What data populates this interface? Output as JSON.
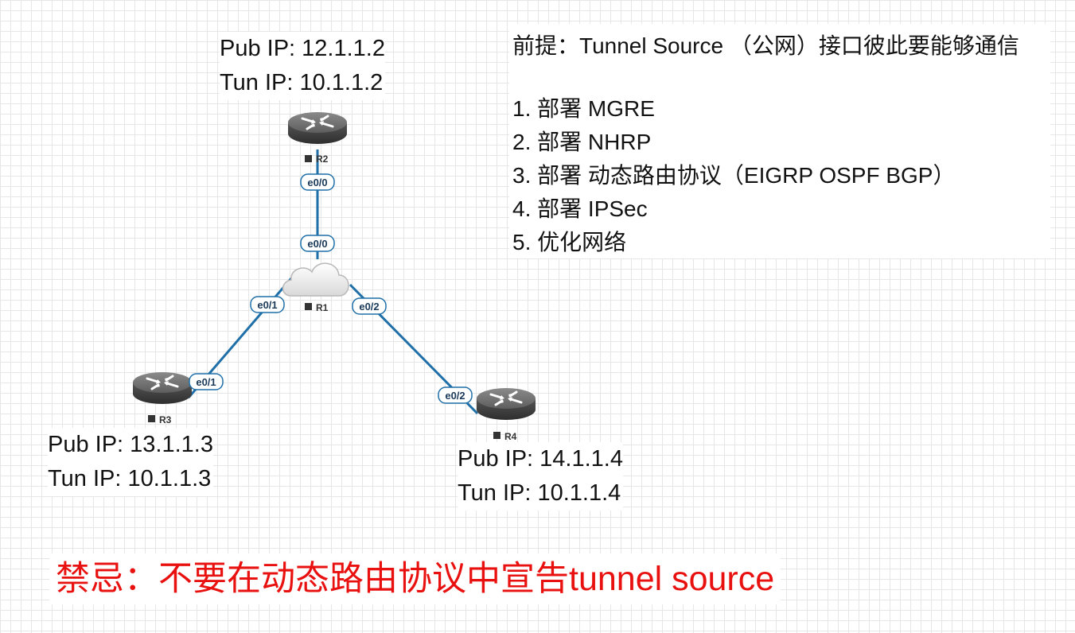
{
  "routers": {
    "r1": {
      "name": "R1"
    },
    "r2": {
      "name": "R2",
      "pub_ip": "Pub IP: 12.1.1.2",
      "tun_ip": "Tun IP: 10.1.1.2"
    },
    "r3": {
      "name": "R3",
      "pub_ip": "Pub IP: 13.1.1.3",
      "tun_ip": "Tun IP: 10.1.1.3"
    },
    "r4": {
      "name": "R4",
      "pub_ip": "Pub IP: 14.1.1.4",
      "tun_ip": "Tun IP: 10.1.1.4"
    }
  },
  "interfaces": {
    "r2_e00": "e0/0",
    "r1_e00": "e0/0",
    "r1_e01": "e0/1",
    "r1_e02": "e0/2",
    "r3_e01": "e0/1",
    "r4_e02": "e0/2"
  },
  "notes": {
    "premise": "前提：Tunnel Source （公网）接口彼此要能够通信",
    "steps": [
      "1. 部署 MGRE",
      "2. 部署 NHRP",
      "3. 部署 动态路由协议（EIGRP OSPF BGP）",
      "4. 部署 IPSec",
      "5. 优化网络"
    ]
  },
  "warning": "禁忌：不要在动态路由协议中宣告tunnel source",
  "colors": {
    "link": "#1f6fa8",
    "warning": "#e8110f",
    "router_body": "#4a4a4a"
  }
}
